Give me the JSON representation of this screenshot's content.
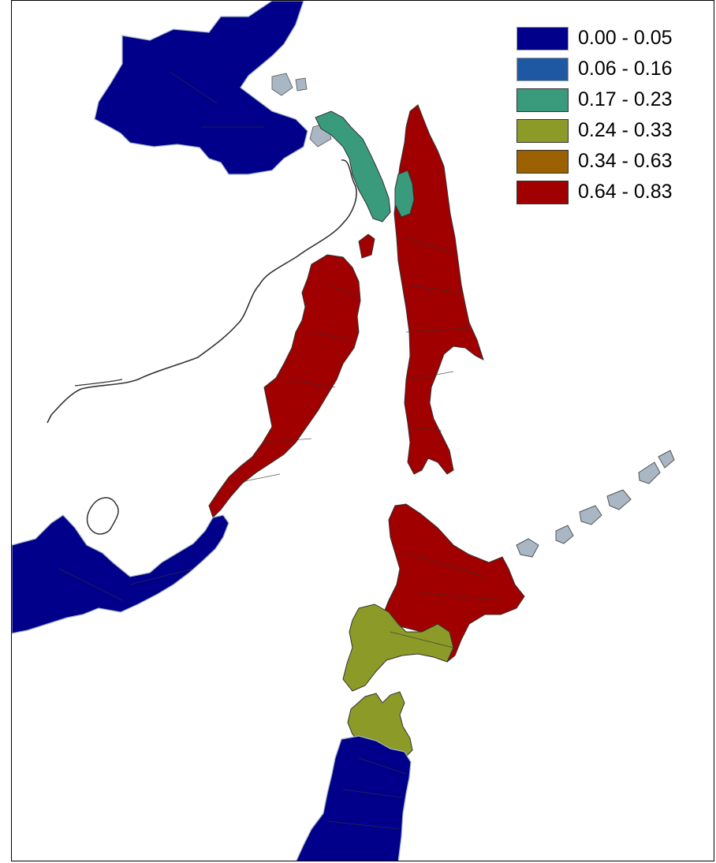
{
  "legend": [
    {
      "label": "0.00 - 0.05",
      "color": "#00008b",
      "border": "#9a9a9a"
    },
    {
      "label": "0.06 - 0.16",
      "color": "#1e58a3",
      "border": "#9a9a9a"
    },
    {
      "label": "0.17 - 0.23",
      "color": "#3a9a7c",
      "border": "#333333"
    },
    {
      "label": "0.24 - 0.33",
      "color": "#8c9a28",
      "border": "#333333"
    },
    {
      "label": "0.34 - 0.63",
      "color": "#9b6000",
      "border": "#333333"
    },
    {
      "label": "0.64 - 0.83",
      "color": "#a00000",
      "border": "#333333"
    }
  ],
  "colors": {
    "coast_grey": "#a9b6c4",
    "outline": "#333333"
  }
}
